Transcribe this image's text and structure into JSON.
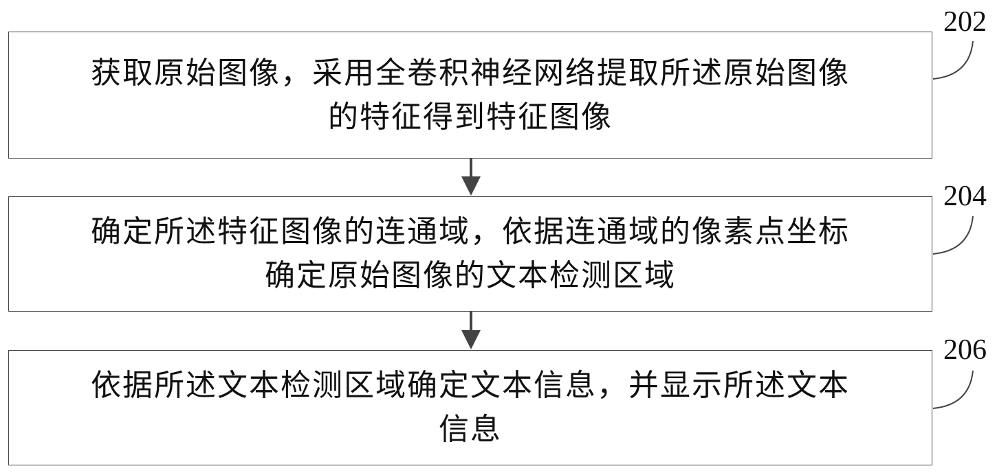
{
  "steps": [
    {
      "id": "202",
      "lines": [
        "获取原始图像，采用全卷积神经网络提取所述原始图像",
        "的特征得到特征图像"
      ]
    },
    {
      "id": "204",
      "lines": [
        "确定所述特征图像的连通域，依据连通域的像素点坐标",
        "确定原始图像的文本检测区域"
      ]
    },
    {
      "id": "206",
      "lines": [
        "依据所述文本检测区域确定文本信息，并显示所述文本",
        "信息"
      ]
    }
  ],
  "colors": {
    "stroke": "#444444",
    "text": "#111111",
    "background": "#ffffff"
  }
}
